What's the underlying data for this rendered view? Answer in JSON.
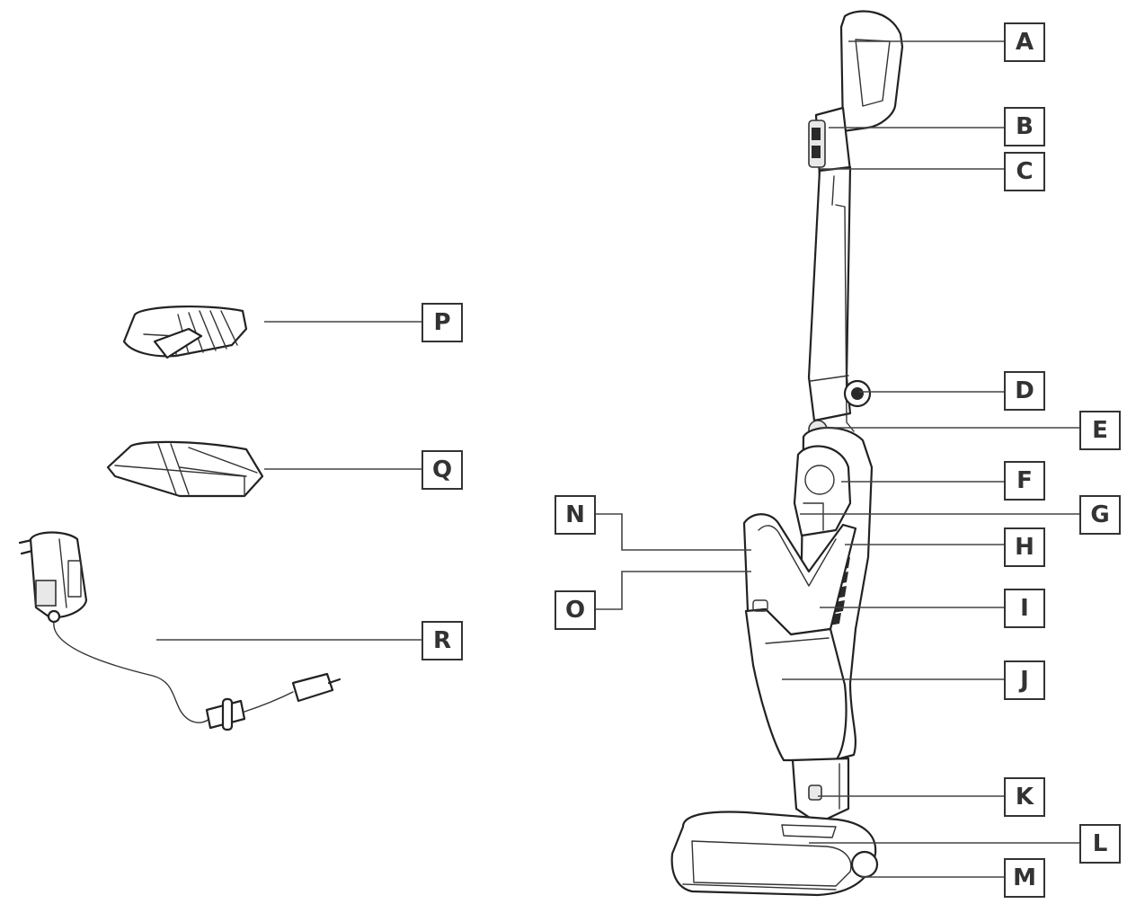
{
  "callouts": {
    "A": "A",
    "B": "B",
    "C": "C",
    "D": "D",
    "E": "E",
    "F": "F",
    "G": "G",
    "H": "H",
    "I": "I",
    "J": "J",
    "K": "K",
    "L": "L",
    "M": "M",
    "N": "N",
    "O": "O",
    "P": "P",
    "Q": "Q",
    "R": "R"
  },
  "icons": {
    "vacuum": "stick-vacuum-illustration",
    "crevice_tool": "crevice-tool-illustration",
    "brush_tool": "brush-tool-illustration",
    "charger": "charger-adapter-illustration"
  },
  "colors": {
    "line": "#222222",
    "label_border": "#333333",
    "background": "#ffffff"
  }
}
